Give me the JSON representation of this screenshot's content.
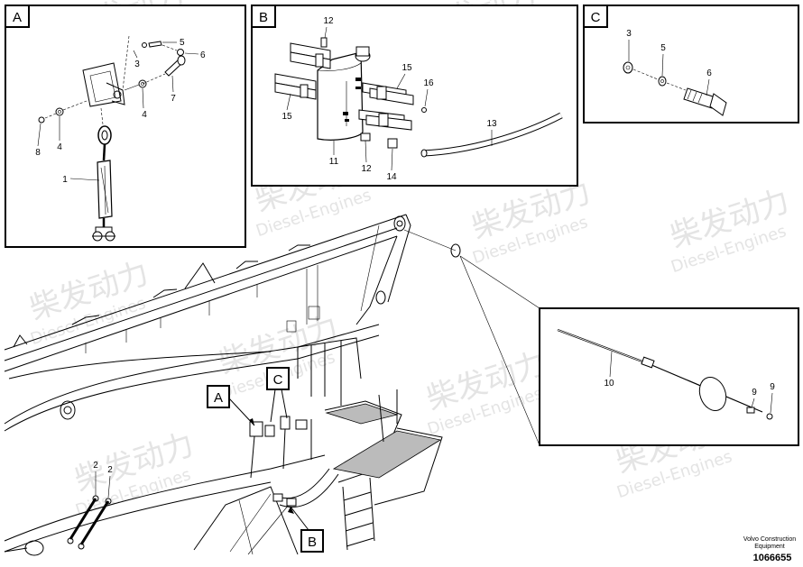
{
  "watermark": {
    "brand_cn": "柴发动力",
    "brand_en": "Diesel-Engines"
  },
  "panels": {
    "a": {
      "letter": "A",
      "parts": {
        "p1": "1",
        "p3": "3",
        "p4a": "4",
        "p4b": "4",
        "p5": "5",
        "p6": "6",
        "p7": "7",
        "p8": "8"
      }
    },
    "b": {
      "letter": "B",
      "parts": {
        "p11": "11",
        "p12a": "12",
        "p12b": "12",
        "p13": "13",
        "p14": "14",
        "p15a": "15",
        "p15b": "15",
        "p16": "16"
      }
    },
    "c": {
      "letter": "C",
      "parts": {
        "p3": "3",
        "p5": "5",
        "p6": "6"
      }
    }
  },
  "main": {
    "callouts": {
      "a": "A",
      "b": "B",
      "c": "C"
    },
    "parts": {
      "p2a": "2",
      "p2b": "2"
    }
  },
  "detail": {
    "parts": {
      "p10": "10",
      "p9a": "9",
      "p9b": "9"
    }
  },
  "footer": {
    "brand_line1": "Volvo Construction",
    "brand_line2": "Equipment",
    "code": "1066655"
  }
}
